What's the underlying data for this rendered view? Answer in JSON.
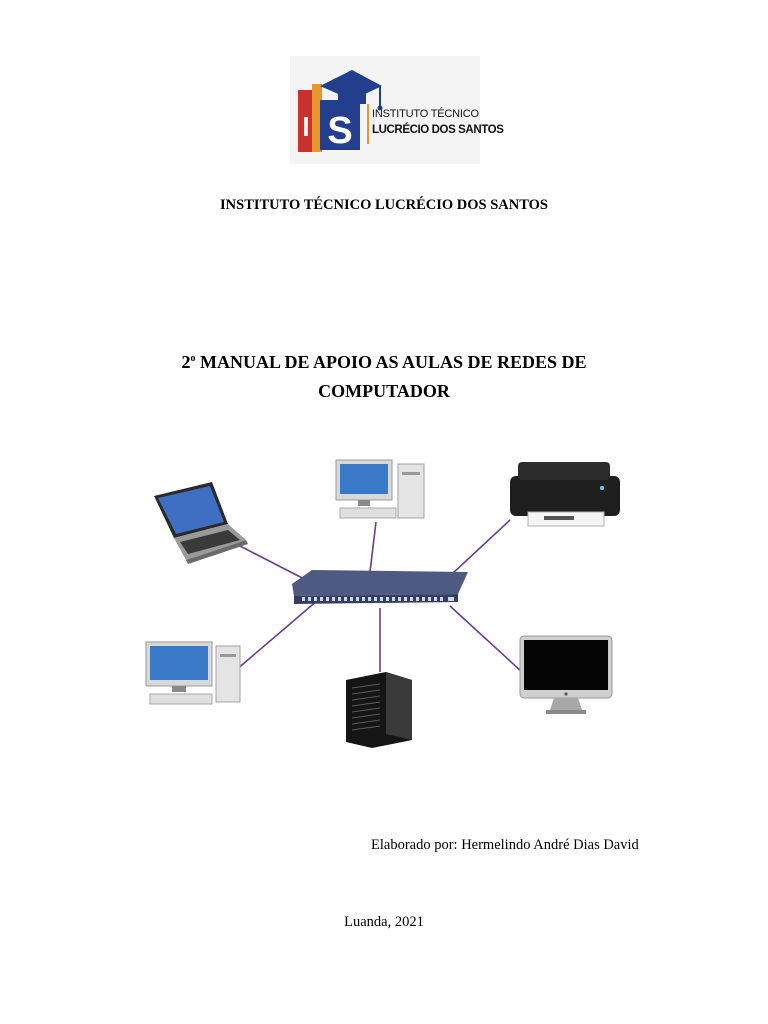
{
  "logo": {
    "line1": "INSTITUTO TÉCNICO",
    "line2": "LUCRÉCIO DOS SANTOS",
    "colors": {
      "red": "#c8312e",
      "orange": "#e8962a",
      "navy": "#233e8c"
    }
  },
  "institution": "INSTITUTO TÉCNICO LUCRÉCIO DOS SANTOS",
  "title": {
    "ordinal": "2",
    "ordinal_suffix": "o",
    "line1_rest": " MANUAL DE APOIO AS AULAS DE REDES DE",
    "line2": "COMPUTADOR"
  },
  "diagram": {
    "link_color": "#6a3d8c",
    "devices": [
      "laptop-icon",
      "desktop-computer-icon",
      "printer-icon",
      "network-switch-icon",
      "desktop-computer-icon",
      "server-tower-icon",
      "monitor-icon"
    ]
  },
  "author": "Elaborado por: Hermelindo André Dias David",
  "city_year": "Luanda, 2021"
}
